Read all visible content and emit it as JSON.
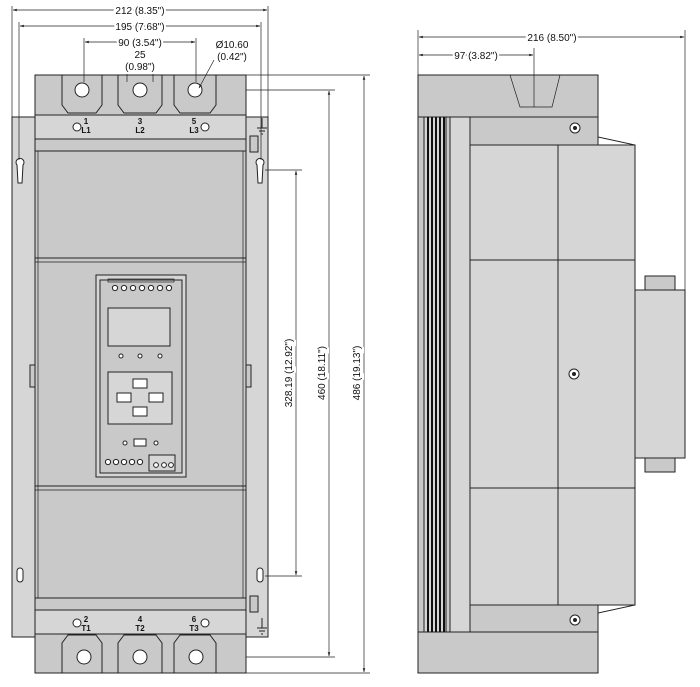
{
  "dimensions": {
    "overall_width": "212 (8.35\")",
    "mount_width": "195 (7.68\")",
    "terminal_pitch_total": "90 (3.54\")",
    "terminal_pitch": "25",
    "terminal_pitch_in": "(0.98\")",
    "hole_diameter": "Ø10.60",
    "hole_diameter_in": "(0.42\")",
    "depth": "216 (8.50\")",
    "depth_offset": "97 (3.82\")",
    "mount_height": "328.19 (12.92\")",
    "body_height": "460 (18.11\")",
    "overall_height": "486 (19.13\")"
  },
  "terminals": {
    "line": [
      {
        "num": "1",
        "label": "L1"
      },
      {
        "num": "3",
        "label": "L2"
      },
      {
        "num": "5",
        "label": "L3"
      }
    ],
    "load": [
      {
        "num": "2",
        "label": "T1"
      },
      {
        "num": "4",
        "label": "T2"
      },
      {
        "num": "6",
        "label": "T3"
      }
    ]
  },
  "icons": {
    "ground": "ground-icon",
    "mount_hole": "keyhole-icon"
  }
}
